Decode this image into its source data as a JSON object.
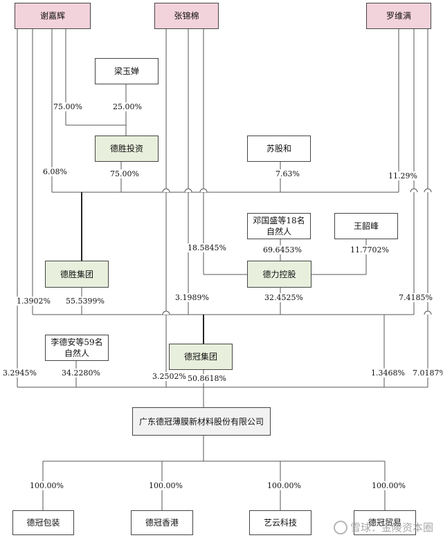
{
  "shareholders": {
    "xie": "谢嘉辉",
    "zhang": "张锦棉",
    "luo": "罗维满",
    "liang": "梁玉婵",
    "su": "苏股和",
    "deng": "邓国盛等18名自然人",
    "wang": "王韶峰",
    "li": "李德安等59名自然人"
  },
  "entities": {
    "desheng_invest": "德胜投资",
    "desheng_group": "德胜集团",
    "deli": "德力控股",
    "deguan_group": "德冠集团",
    "main_company": "广东德冠薄膜新材料股份有限公司",
    "sub1": "德冠包装",
    "sub2": "德冠香港",
    "sub3": "艺云科技",
    "sub4": "德冠贸易"
  },
  "percentages": {
    "xie_to_invest": "75.00%",
    "liang_to_invest": "25.00%",
    "invest_to_group": "75.00%",
    "xie_to_group": "6.08%",
    "su_to_group": "7.63%",
    "luo_to_group": "11.29%",
    "deng_to_deli": "69.6453%",
    "zhang_to_deli": "18.5845%",
    "wang_to_deli": "11.7702%",
    "xie_to_deguan": "1.3902%",
    "desheng_to_deguan": "55.5399%",
    "zhang_to_deguan": "3.1989%",
    "deli_to_deguan": "32.4525%",
    "luo_to_deguan": "7.4185%",
    "xie_to_main": "3.2945%",
    "li_to_main": "34.2280%",
    "zhang_to_main": "3.2502%",
    "deguan_to_main": "50.8618%",
    "wang_to_main": "1.3468%",
    "luo_to_main": "7.0187%",
    "sub1": "100.00%",
    "sub2": "100.00%",
    "sub3": "100.00%",
    "sub4": "100.00%"
  },
  "watermark": "雪球：金陵资本圈"
}
